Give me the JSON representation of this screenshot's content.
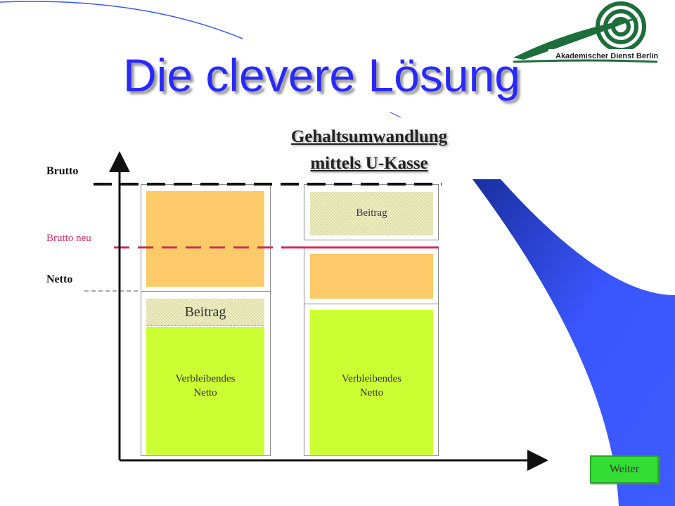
{
  "slide": {
    "title": "Die clevere Lösung",
    "subtitle_line1": "Gehaltsumwandlung",
    "subtitle_line2": "mittels U-Kasse"
  },
  "logo": {
    "text": "Akademischer Dienst Berlin",
    "icon": "spiral-target-icon"
  },
  "axis_labels": {
    "brutto": "Brutto",
    "brutto_neu": "Brutto neu",
    "netto": "Netto"
  },
  "left_column": {
    "beitrag_label": "Beitrag",
    "netto_label_line1": "Verbleibendes",
    "netto_label_line2": "Netto"
  },
  "right_column": {
    "beitrag_label": "Beitrag",
    "netto_label_line1": "Verbleibendes",
    "netto_label_line2": "Netto"
  },
  "nav": {
    "weiter_label": "Weiter"
  },
  "colors": {
    "title": "#2929ff",
    "accent_blue": "#3a56ff",
    "orange": "#fdca6a",
    "green": "#ccff33",
    "brutto_neu_line": "#d22c5c",
    "logo_green": "#1e6e3c",
    "weiter_button": "#33dd33"
  }
}
